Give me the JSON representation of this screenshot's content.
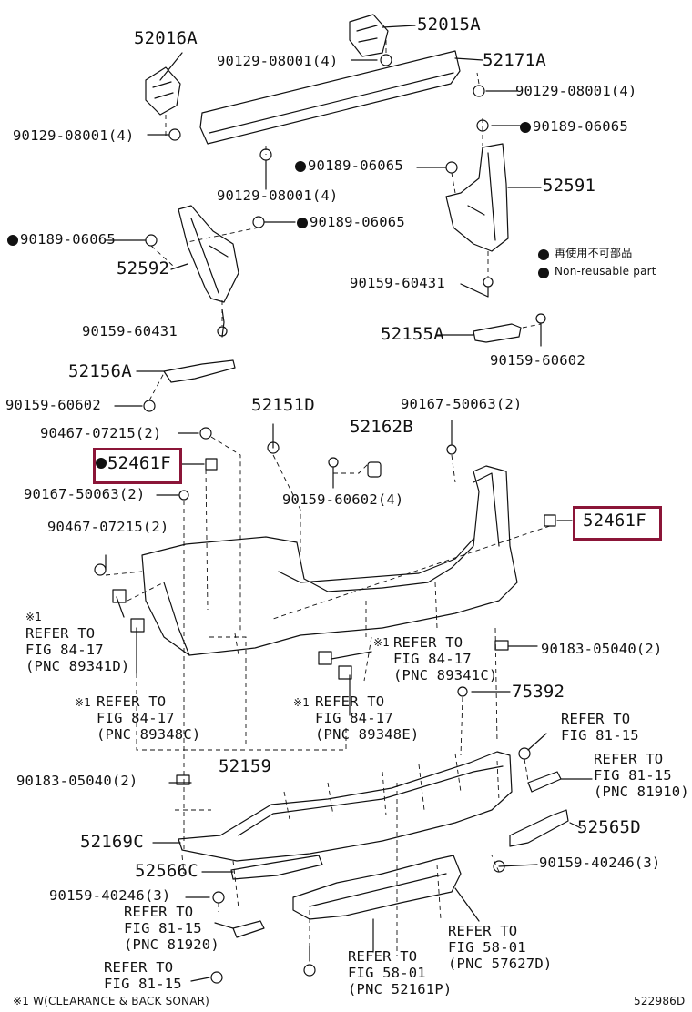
{
  "labels": {
    "p52016A": "52016A",
    "p52015A": "52015A",
    "p52171A": "52171A",
    "b90129_1": "90129-08001(4)",
    "b90129_2": "90129-08001(4)",
    "b90129_3": "90129-08001(4)",
    "b90129_4": "90129-08001(4)",
    "c90189_1": "90189-06065",
    "c90189_2": "90189-06065",
    "c90189_3": "90189-06065",
    "c90189_4": "90189-06065",
    "p52591": "52591",
    "p52592": "52592",
    "legend_ja": "再使用不可部品",
    "legend_en": "Non-reusable part",
    "s90159_60431a": "90159-60431",
    "s90159_60431b": "90159-60431",
    "p52155A": "52155A",
    "s90159_60602a": "90159-60602",
    "p52156A": "52156A",
    "s90159_60602b": "90159-60602",
    "p52151D": "52151D",
    "p52162B": "52162B",
    "s90167_a": "90167-50063(2)",
    "s90467_a": "90467-07215(2)",
    "p52461F_a": "52461F",
    "p52461F_b": "52461F",
    "s90167_b": "90167-50063(2)",
    "s90159_60602c": "90159-60602(4)",
    "s90467_b": "90467-07215(2)",
    "ref1_mark": "※1",
    "ref1_a": "REFER TO",
    "ref1_b": "FIG 84-17",
    "ref1_c": "(PNC 89341D)",
    "ref2_mark": "※1",
    "ref2_a": "REFER TO",
    "ref2_b": "FIG 84-17",
    "ref2_c": "(PNC 89341C)",
    "s90183_a": "90183-05040(2)",
    "p75392": "75392",
    "ref3_mark": "※1",
    "ref3_a": "REFER TO",
    "ref3_b": "FIG 84-17",
    "ref3_c": "(PNC 89348C)",
    "ref4_mark": "※1",
    "ref4_a": "REFER TO",
    "ref4_b": "FIG 84-17",
    "ref4_c": "(PNC 89348E)",
    "ref5_a": "REFER TO",
    "ref5_b": "FIG 81-15",
    "p52159": "52159",
    "ref6_a": "REFER TO",
    "ref6_b": "FIG 81-15",
    "ref6_c": "(PNC 81910)",
    "s90183_b": "90183-05040(2)",
    "p52169C": "52169C",
    "p52565D": "52565D",
    "p52566C": "52566C",
    "s90159_40246a": "90159-40246(3)",
    "s90159_40246b": "90159-40246(3)",
    "ref7_a": "REFER TO",
    "ref7_b": "FIG 81-15",
    "ref7_c": "(PNC 81920)",
    "ref8_a": "REFER TO",
    "ref8_b": "FIG 58-01",
    "ref8_c": "(PNC 57627D)",
    "ref9_a": "REFER TO",
    "ref9_b": "FIG 58-01",
    "ref9_c": "(PNC 52161P)",
    "ref10_a": "REFER TO",
    "ref10_b": "FIG 81-15",
    "footnote": "※1 W(CLEARANCE & BACK SONAR)",
    "diagram_code": "522986D"
  },
  "colors": {
    "highlight": "#8b1538",
    "ink": "#111111"
  }
}
